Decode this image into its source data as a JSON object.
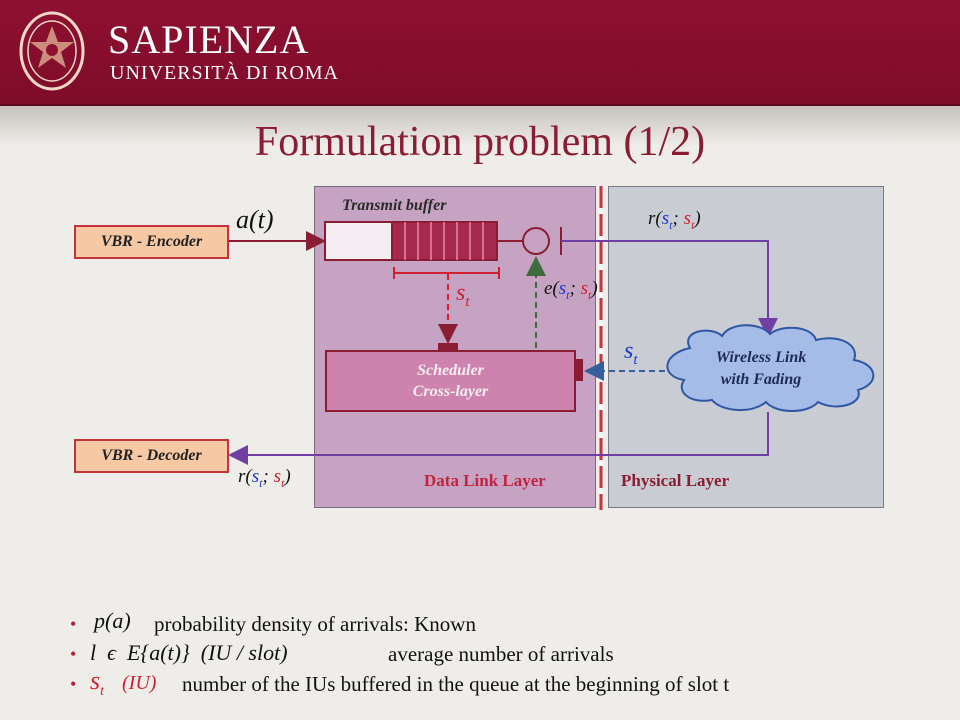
{
  "header": {
    "university_name": "SAPIENZA",
    "university_subtitle": "UNIVERSITÀ DI ROMA",
    "seal_icon": "university-seal-icon",
    "background_color": "#8e1030"
  },
  "slide": {
    "title": "Formulation problem (1/2)"
  },
  "diagram": {
    "transmit_buffer_label": "Transmit buffer",
    "vbr_encoder_label": "VBR - Encoder",
    "vbr_decoder_label": "VBR - Decoder",
    "scheduler_line1": "Scheduler",
    "scheduler_line2": "Cross-layer",
    "wireless_link_line1": "Wireless Link",
    "wireless_link_line2": "with Fading",
    "data_link_layer_label": "Data Link Layer",
    "physical_layer_label": "Physical Layer",
    "arrival_label": "a(t)",
    "buffer_state_label": "s",
    "buffer_state_sub": "t",
    "channel_state_label": "s",
    "channel_state_sub": "t",
    "rate_top": {
      "prefix": "r(",
      "s1": "s",
      "sub1": "t",
      "sep": "; ",
      "s2": "s",
      "sub2": "t",
      "suffix": ")"
    },
    "energy": {
      "prefix": "e(",
      "s1": "s",
      "sub1": "t",
      "sep": "; ",
      "s2": "s",
      "sub2": "t",
      "suffix": ")"
    },
    "rate_bottom": {
      "prefix": "r(",
      "s1": "s",
      "sub1": "t",
      "sep": "; ",
      "s2": "s",
      "sub2": "t",
      "suffix": ")"
    },
    "colors": {
      "data_link_panel": "#c7a3c3",
      "physical_panel": "#c9ccd3",
      "buffer_fill": "#a8294f",
      "cloud_fill": "#a6bce8",
      "arrow_purple": "#6f3fa3",
      "arrow_red": "#8a1c33",
      "arrow_green": "#3f6b3f",
      "arrow_blue": "#375f9c"
    }
  },
  "bullets": [
    {
      "symbol": "p(a)",
      "text": "probability density of arrivals: Known"
    },
    {
      "symbol": "l  ϵ  E{a(t)}  (IU / slot)",
      "text": "average number of arrivals"
    },
    {
      "symbol": "s",
      "symbol_sub": "t",
      "unit": "(IU)",
      "text": "number of the IUs buffered in the queue at the beginning of slot t"
    }
  ]
}
